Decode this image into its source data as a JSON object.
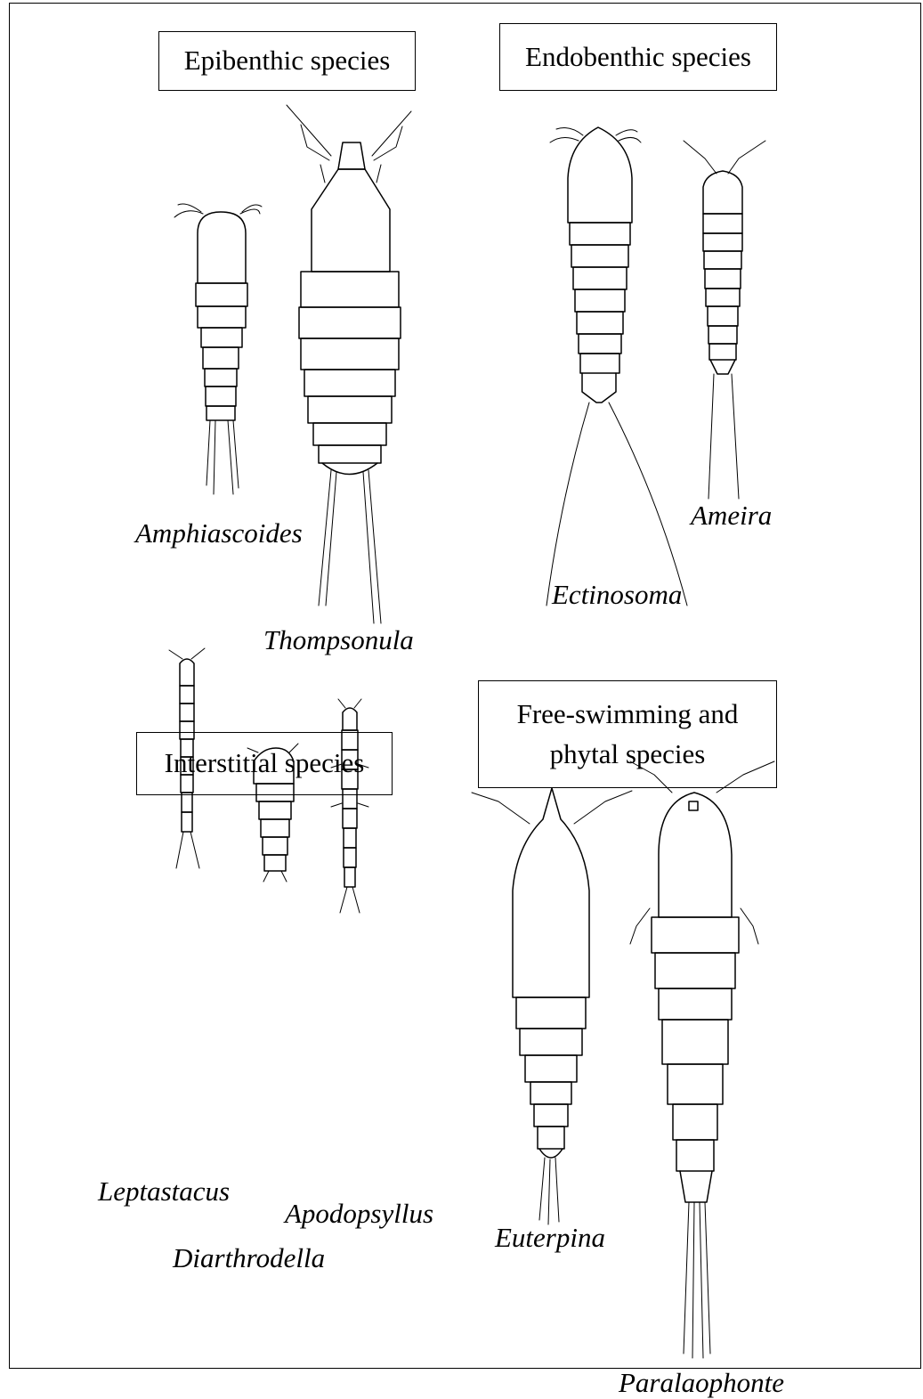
{
  "groups": {
    "epibenthic": {
      "title": "Epibenthic species",
      "taxa": [
        "Amphiascoides",
        "Thompsonula"
      ]
    },
    "endobenthic": {
      "title": "Endobenthic species",
      "taxa": [
        "Ameira",
        "Ectinosoma"
      ]
    },
    "interstitial": {
      "title": "Interstitial species",
      "taxa": [
        "Leptastacus",
        "Apodopsyllus",
        "Diarthrodella"
      ]
    },
    "free_swimming": {
      "title_line1": "Free-swimming and",
      "title_line2": "phytal species",
      "taxa": [
        "Euterpina",
        "Paralaophonte"
      ]
    }
  }
}
